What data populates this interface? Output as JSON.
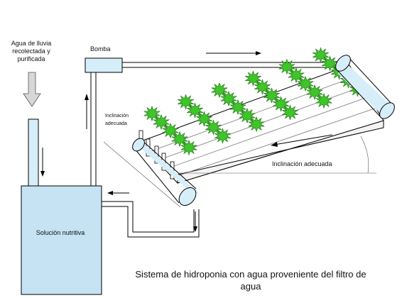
{
  "labels": {
    "rain_water": "Agua de lluvia recolectada y purificada",
    "pump": "Bomba",
    "tilt_left": "Inclinación adecuada",
    "tilt_right": "Inclinación adecuada",
    "tank": "Solución nutritiva",
    "caption": "Sistema de hidroponia con agua proveniente del filtro de agua"
  },
  "colors": {
    "tank_fill": "#c5e3f3",
    "pipe_fill": "#d6eef9",
    "plant": "#3fc52a",
    "outline": "#000000"
  }
}
